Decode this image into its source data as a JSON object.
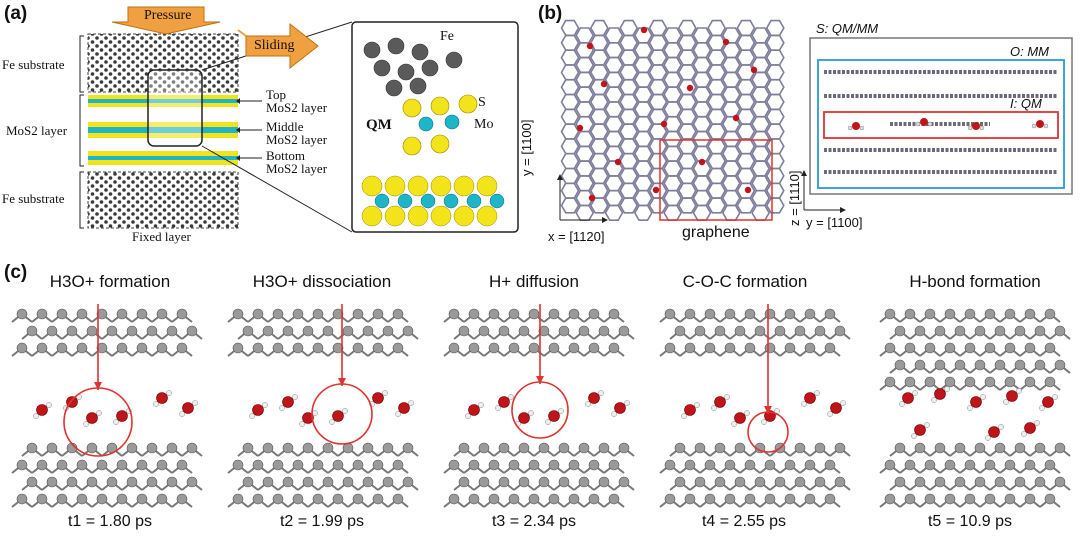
{
  "panels": {
    "a": {
      "label": "(a)",
      "pressure": "Pressure",
      "sliding": "Sliding",
      "fe_substrate_top": "Fe substrate",
      "mos2_layer": "MoS2 layer",
      "fe_substrate_bottom": "Fe substrate",
      "top_layer": [
        "Top",
        "MoS2 layer"
      ],
      "middle_layer": [
        "Middle",
        "MoS2 layer"
      ],
      "bottom_layer": [
        "Bottom",
        "MoS2 layer"
      ],
      "fixed_layer": "Fixed layer",
      "zoom_fe": "Fe",
      "zoom_s": "S",
      "zoom_mo": "Mo",
      "zoom_qm": "QM"
    },
    "b": {
      "label": "(b)",
      "x_axis": "x = [1120]",
      "y_axis": "y = [1100]",
      "graphene": "graphene",
      "s_label": "S: QM/MM",
      "o_label": "O: MM",
      "i_label": "I: QM",
      "z_axis": "z = [1110]",
      "y_axis_right": "y = [1100]"
    },
    "c": {
      "label": "(c)",
      "events": [
        {
          "title": "H3O+ formation",
          "time": "t1 = 1.80 ps"
        },
        {
          "title": "H3O+ dissociation",
          "time": "t2 = 1.99 ps"
        },
        {
          "title": "H+ diffusion",
          "time": "t3 = 2.34 ps"
        },
        {
          "title": "C-O-C formation",
          "time": "t4 = 2.55 ps"
        },
        {
          "title": "H-bond formation",
          "time": "t5 = 10.9 ps"
        }
      ]
    }
  },
  "colors": {
    "accent_red": "#e0322f",
    "orange_arrow": "#f0a040",
    "sulfur": "#f2e31a",
    "molybdenum": "#1fb5c8",
    "iron": "#5a5a5a",
    "carbon": "#8a8a8a",
    "oxygen": "#c0141a",
    "frame_blue": "#2a9ad6"
  }
}
